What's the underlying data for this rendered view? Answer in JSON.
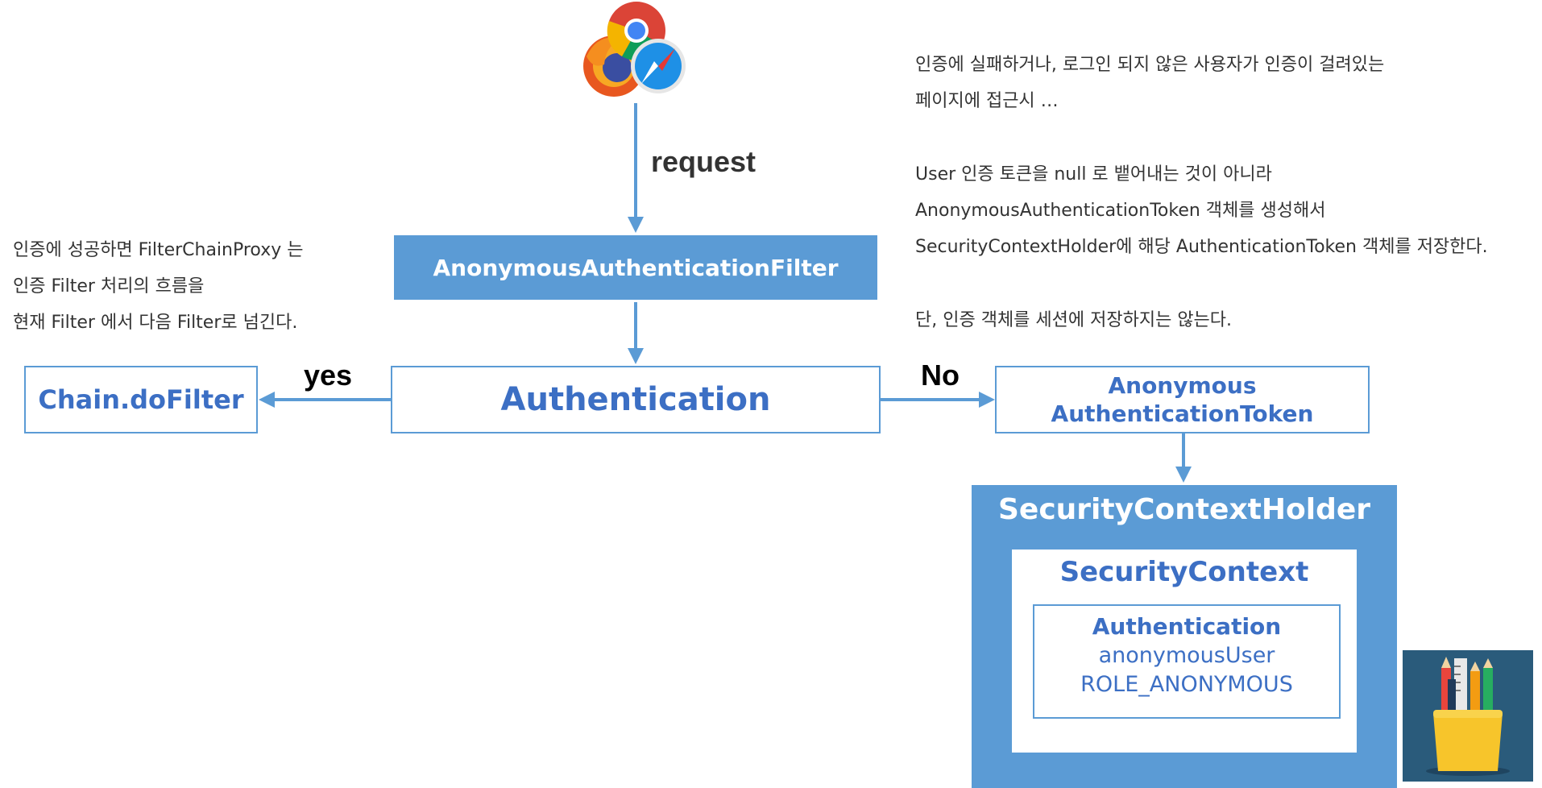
{
  "diagram": {
    "edges": {
      "request_label": "request",
      "yes_label": "yes",
      "no_label": "No"
    },
    "nodes": {
      "filter": "AnonymousAuthenticationFilter",
      "authentication": "Authentication",
      "chain": "Chain.doFilter",
      "token_line1": "Anonymous",
      "token_line2": "AuthenticationToken"
    },
    "holder": {
      "title": "SecurityContextHolder",
      "context_title": "SecurityContext",
      "auth_title": "Authentication",
      "auth_user": "anonymousUser",
      "auth_role": "ROLE_ANONYMOUS"
    },
    "notes": {
      "left": [
        "인증에 성공하면 FilterChainProxy 는",
        "인증 Filter 처리의 흐름을",
        "현재 Filter 에서 다음 Filter로 넘긴다."
      ],
      "right_top": [
        "인증에 실패하거나, 로그인 되지 않은 사용자가 인증이 걸려있는",
        "페이지에 접근시 …"
      ],
      "right_middle": [
        "User 인증 토큰을 null 로 뱉어내는 것이 아니라",
        "AnonymousAuthenticationToken 객체를 생성해서",
        "SecurityContextHolder에 해당 AuthenticationToken 객체를 저장한다."
      ],
      "right_bottom": [
        "단, 인증 객체를 세션에 저장하지는 않는다."
      ]
    },
    "colors": {
      "box_fill": "#5b9bd5",
      "box_text": "#3c6fc4",
      "arrow": "#5b9bd5"
    },
    "icons": {
      "browser": "browser-icons",
      "pencil_cup": "pencil-cup-icon"
    }
  }
}
